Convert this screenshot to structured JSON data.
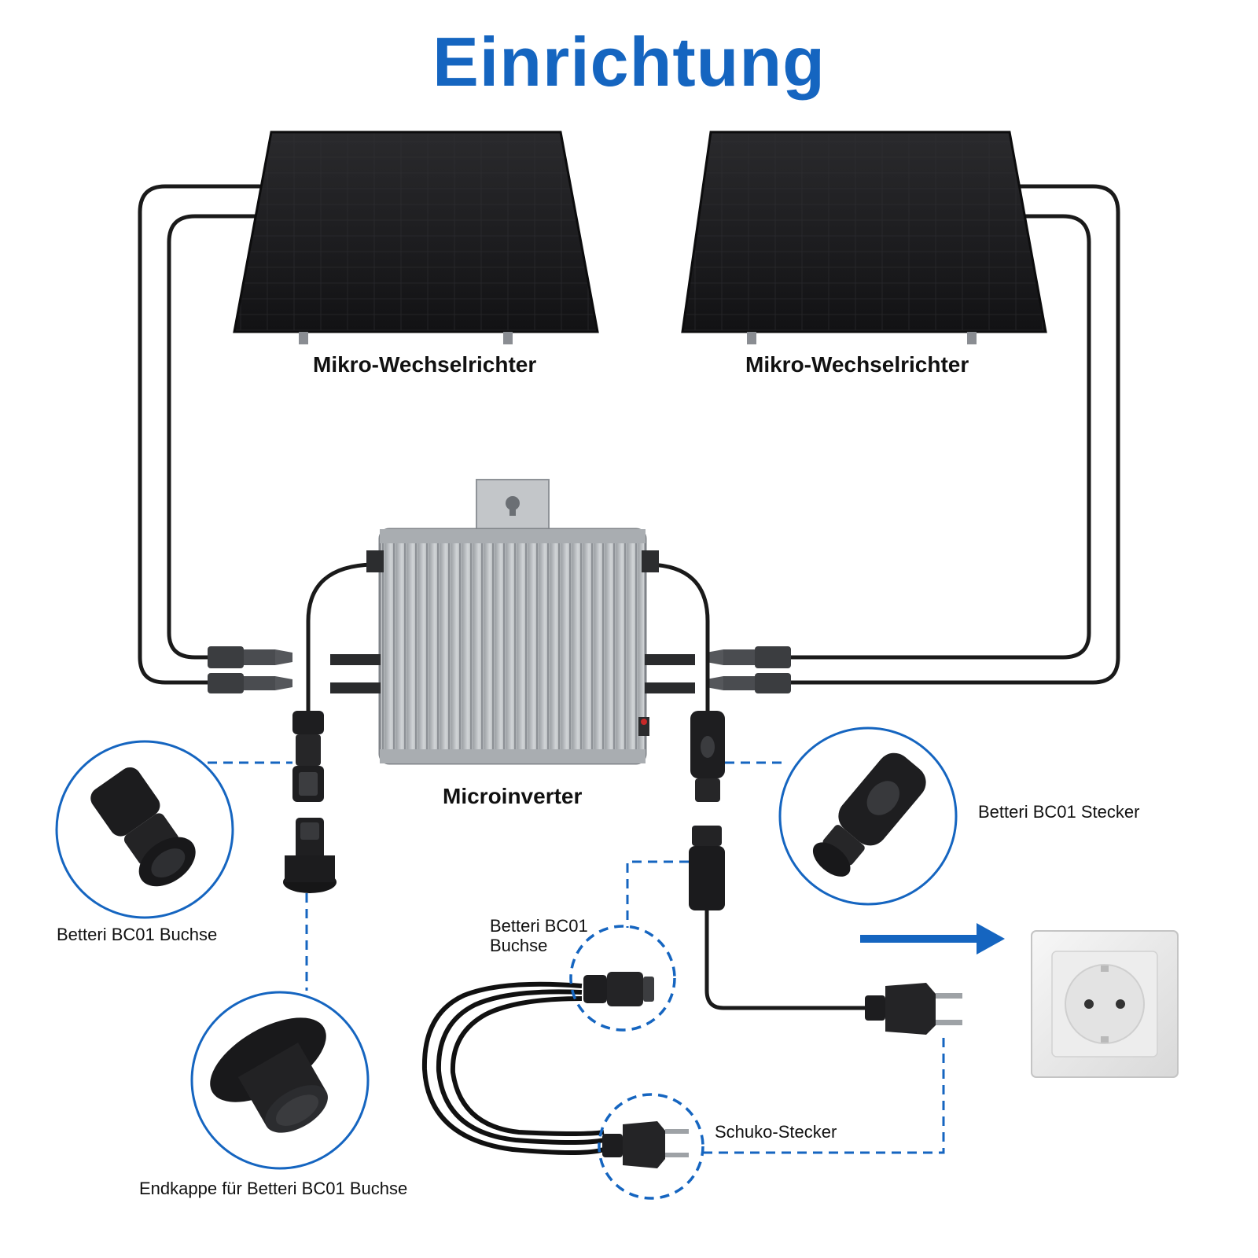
{
  "title": "Einrichtung",
  "labels": {
    "panel_left": "Mikro-Wechselrichter",
    "panel_right": "Mikro-Wechselrichter",
    "inverter": "Microinverter",
    "bc01_stecker": "Betteri BC01 Stecker",
    "bc01_buchse_left": "Betteri BC01 Buchse",
    "bc01_buchse_cable_line1": "Betteri BC01",
    "bc01_buchse_cable_line2": "Buchse",
    "endkappe": "Endkappe für Betteri BC01 Buchse",
    "schuko": "Schuko-Stecker"
  },
  "colors": {
    "title_blue": "#1565c0",
    "leader_blue": "#1565c0",
    "panel": "#1c1c1e",
    "cable": "#1a1a1a",
    "inverter": "#b8bbbe"
  },
  "icons": [
    "solar-panel-icon",
    "microinverter-icon",
    "bc01-plug-icon",
    "bc01-socket-icon",
    "end-cap-icon",
    "schuko-plug-icon",
    "wall-socket-icon",
    "arrow-right-icon"
  ]
}
